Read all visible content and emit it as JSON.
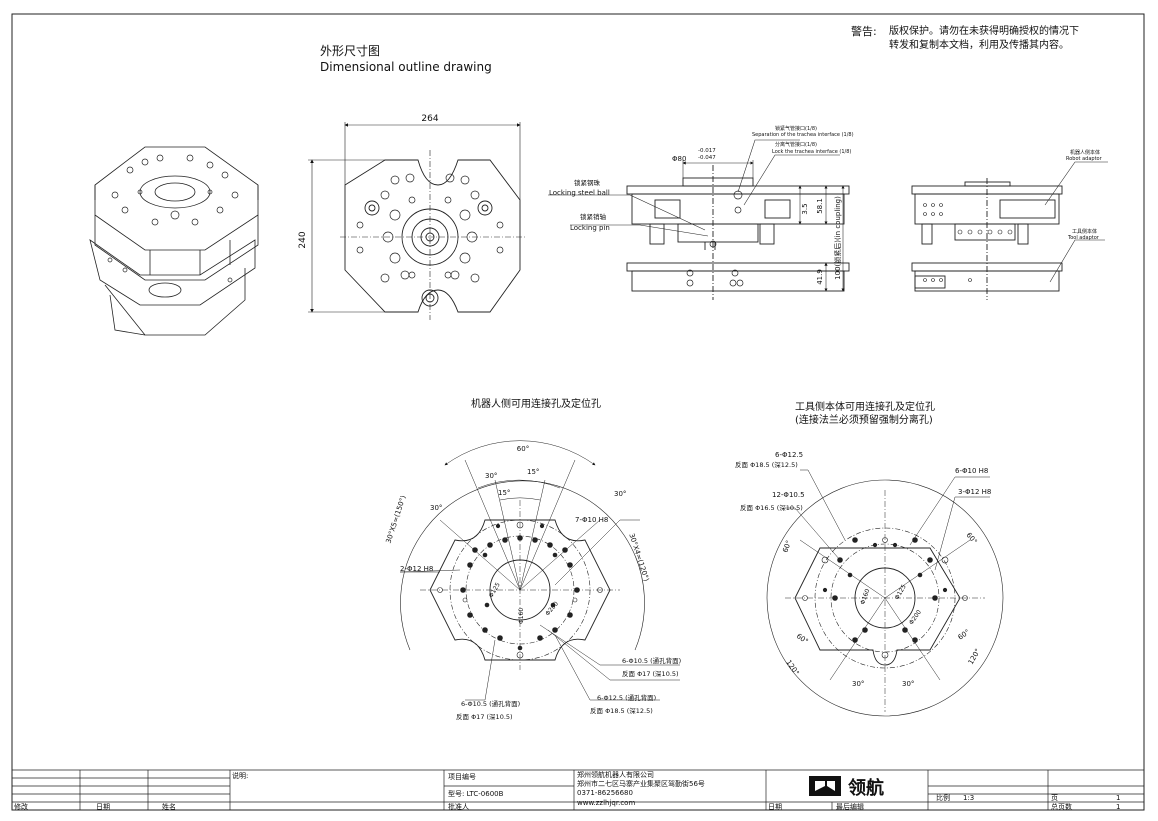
{
  "warning": {
    "label": "警告:",
    "line1": "版权保护。请勿在未获得明确授权的情况下",
    "line2": "转发和复制本文档，利用及传播其内容。"
  },
  "heading": {
    "title_cn": "外形尺寸图",
    "title_en": "Dimensional outline drawing"
  },
  "top_view": {
    "width_dim": "264",
    "height_dim": "240"
  },
  "side_view": {
    "dia_label": "Φ80",
    "tol_upper": "-0.017",
    "tol_lower": "-0.047",
    "sep_port_cn": "锁紧气管接口(1/8)",
    "sep_port_en": "Separation of the trachea interface (1/8)",
    "lock_port_cn": "分离气管接口(1/8)",
    "lock_port_en": "Lock the trachea interface (1/8)",
    "ball_cn": "锁紧钢珠",
    "ball_en": "Locking steel ball",
    "pin_cn": "锁紧销轴",
    "pin_en": "Locking pin",
    "dim_a": "3.5",
    "dim_b": "58.1",
    "dim_c": "41.9",
    "dim_d": "100(锁紧后)(in coupling)"
  },
  "front_view": {
    "robot_cn": "机器人侧本体",
    "robot_en": "Robot adaptor",
    "tool_cn": "工具侧本体",
    "tool_en": "Tool adaptor"
  },
  "robot_side": {
    "title": "机器人侧可用连接孔及定位孔",
    "angle_top": "60°",
    "angle_30a": "30°",
    "angle_15a": "15°",
    "angle_15b": "15°",
    "angle_30b": "30°",
    "angle_30c": "30°",
    "arc_left": "30°X5=(150°)",
    "arc_right": "30°X4=(120°)",
    "hole_7": "7-Φ10 H8",
    "hole_2": "2-Φ12 H8",
    "dia_125": "Φ125",
    "dia_160": "Φ160",
    "dia_200": "Φ200",
    "n1_a": "6-Φ10.5 (通孔背面)",
    "n1_b": "反面 Φ17 (深10.5)",
    "n2_a": "6-Φ12.5 (通孔背面)",
    "n2_b": "反面 Φ18.5 (深12.5)",
    "n3_a": "6-Φ10.5 (通孔背面)",
    "n3_b": "反面 Φ17 (深10.5)"
  },
  "tool_side": {
    "title1": "工具侧本体可用连接孔及定位孔",
    "title2": "(连接法兰必须预留强制分离孔)",
    "n1_a": "6-Φ12.5",
    "n1_b": "反面 Φ18.5 (深12.5)",
    "n2_a": "12-Φ10.5",
    "n2_b": "反面 Φ16.5 (深10.5)",
    "hole_6": "6-Φ10 H8",
    "hole_3": "3-Φ12 H8",
    "angle_60a": "60°",
    "angle_60b": "60°",
    "angle_60c": "60°",
    "angle_60d": "60°",
    "angle_120a": "120°",
    "angle_120b": "120°",
    "angle_30a": "30°",
    "angle_30b": "30°",
    "dia_160": "Φ160",
    "dia_125": "Φ125",
    "dia_200": "Φ200"
  },
  "title_block": {
    "explain": "说明:",
    "modify": "修改",
    "date": "日期",
    "name": "姓名",
    "project_no": "项目编号",
    "model": "型号:  LTC-0600B",
    "approver": "批准人",
    "company": "郑州领航机器人有限公司",
    "address": "郑州市二七区马寨产业集聚区驾勤街56号",
    "phone": "0371-86256680",
    "website": "www.zzlhjqr.com",
    "brand": "领航",
    "date2": "日期",
    "last_edit": "最后编辑",
    "scale_label": "比例",
    "scale_value": "1:3",
    "page_label": "页",
    "page_value": "1",
    "total_label": "总页数",
    "total_value": "1"
  }
}
